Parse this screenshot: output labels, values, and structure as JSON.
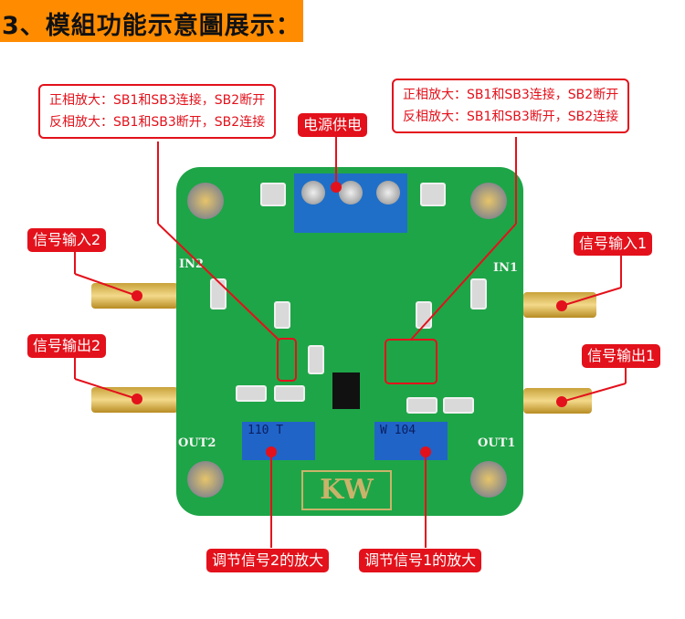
{
  "header": {
    "title": "3、模組功能示意圖展示："
  },
  "callouts": {
    "left": {
      "line1": "正相放大：SB1和SB3连接，SB2断开",
      "line2": "反相放大：SB1和SB3断开，SB2连接"
    },
    "right": {
      "line1": "正相放大：SB1和SB3连接，SB2断开",
      "line2": "反相放大：SB1和SB3断开，SB2连接"
    },
    "power": "电源供电"
  },
  "labels": {
    "in2": "信号输入2",
    "out2": "信号输出2",
    "in1": "信号输入1",
    "out1": "信号输出1",
    "adj2": "调节信号2的放大",
    "adj1": "调节信号1的放大"
  },
  "board": {
    "in2": "IN2",
    "in1": "IN1",
    "out2": "OUT2",
    "out1": "OUT1",
    "logo": "KW",
    "pot2": "110 T",
    "pot1": "W 104"
  },
  "colors": {
    "accent": "#e3111b",
    "header": "#ff8c00",
    "pcb": "#1ea547"
  }
}
